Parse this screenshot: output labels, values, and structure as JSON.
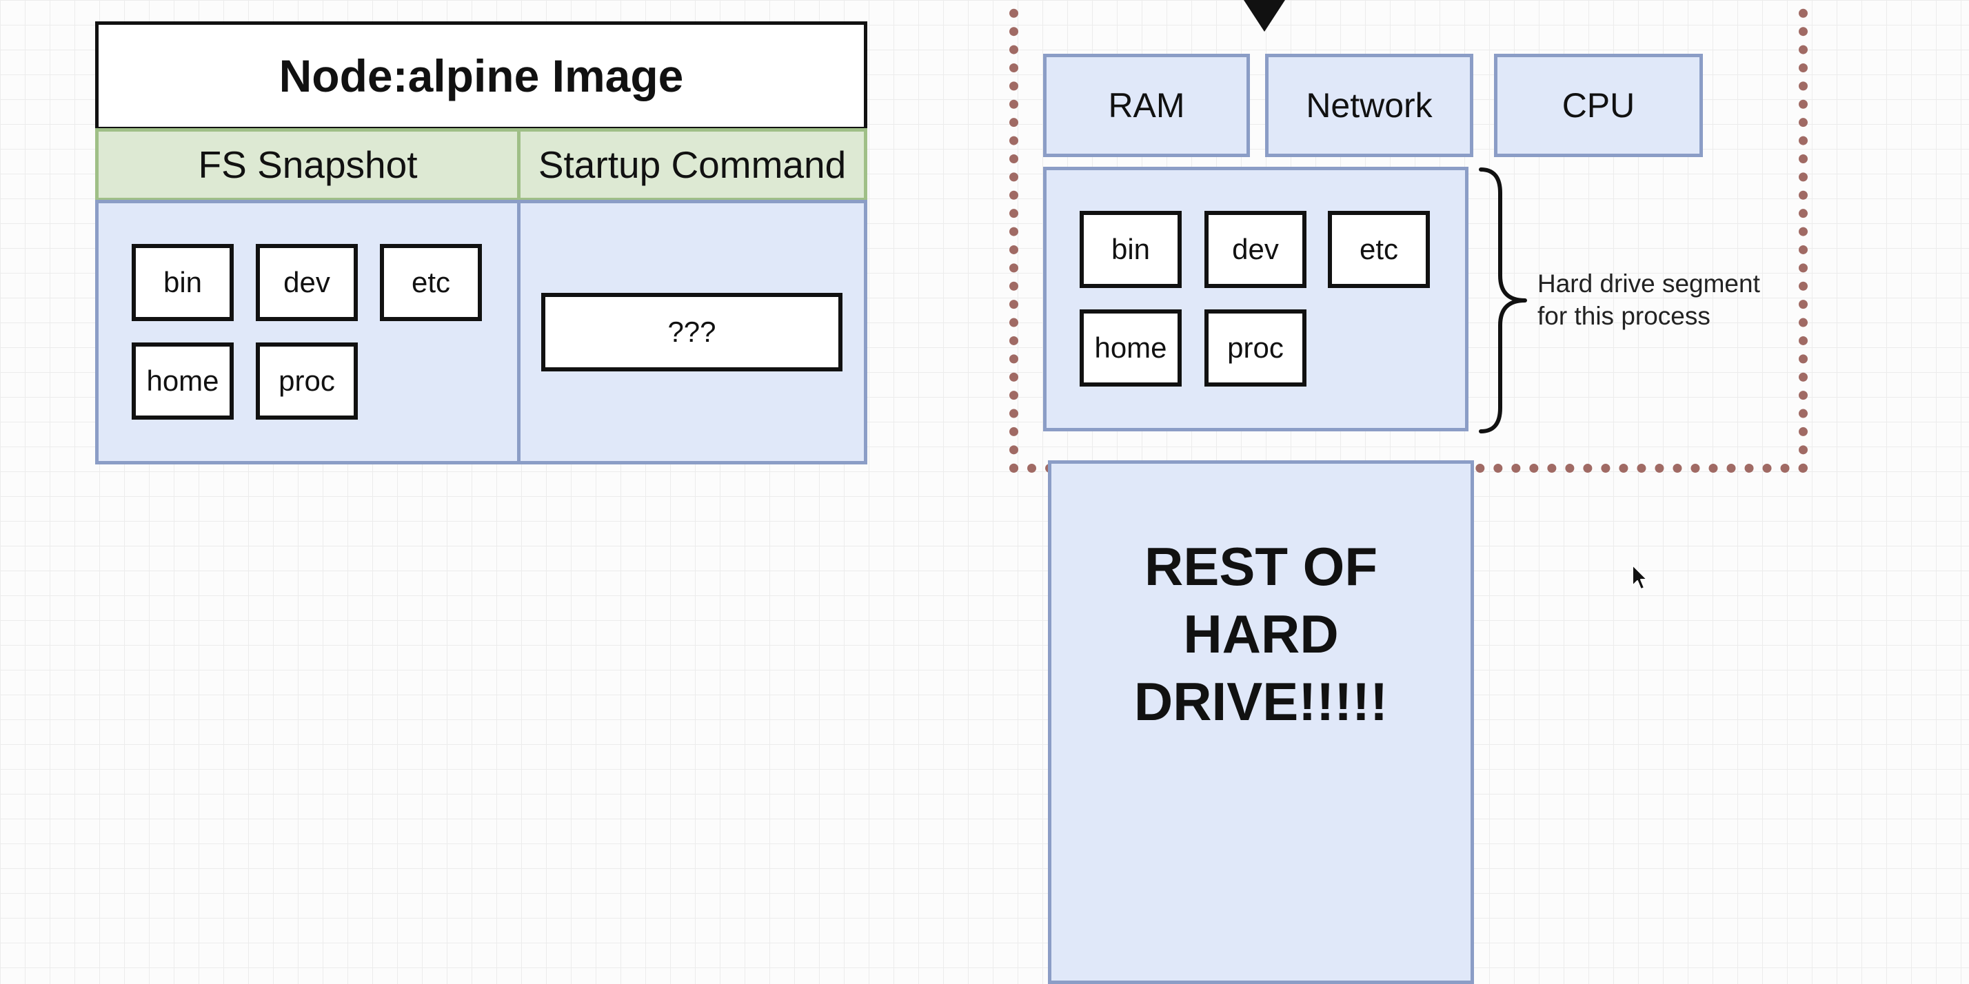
{
  "image": {
    "title": "Node:alpine Image",
    "fs_header": "FS Snapshot",
    "startup_header": "Startup Command",
    "dirs": [
      "bin",
      "dev",
      "etc",
      "home",
      "proc"
    ],
    "startup_command": "???"
  },
  "process": {
    "resources": [
      "RAM",
      "Network",
      "CPU"
    ],
    "dirs": [
      "bin",
      "dev",
      "etc",
      "home",
      "proc"
    ],
    "segment_label_line1": "Hard drive segment",
    "segment_label_line2": "for this process"
  },
  "rest_of_drive": {
    "line1": "REST OF",
    "line2": "HARD",
    "line3": "DRIVE!!!!!"
  },
  "colors": {
    "panel_fill": "#e0e8f9",
    "panel_border": "#8b9dc6",
    "header_fill": "#dde9d3",
    "header_border": "#9fbf87",
    "boundary_dots": "#a06a64"
  },
  "icons": [
    "arrow-down-icon",
    "curly-brace-icon",
    "mouse-cursor-icon"
  ]
}
